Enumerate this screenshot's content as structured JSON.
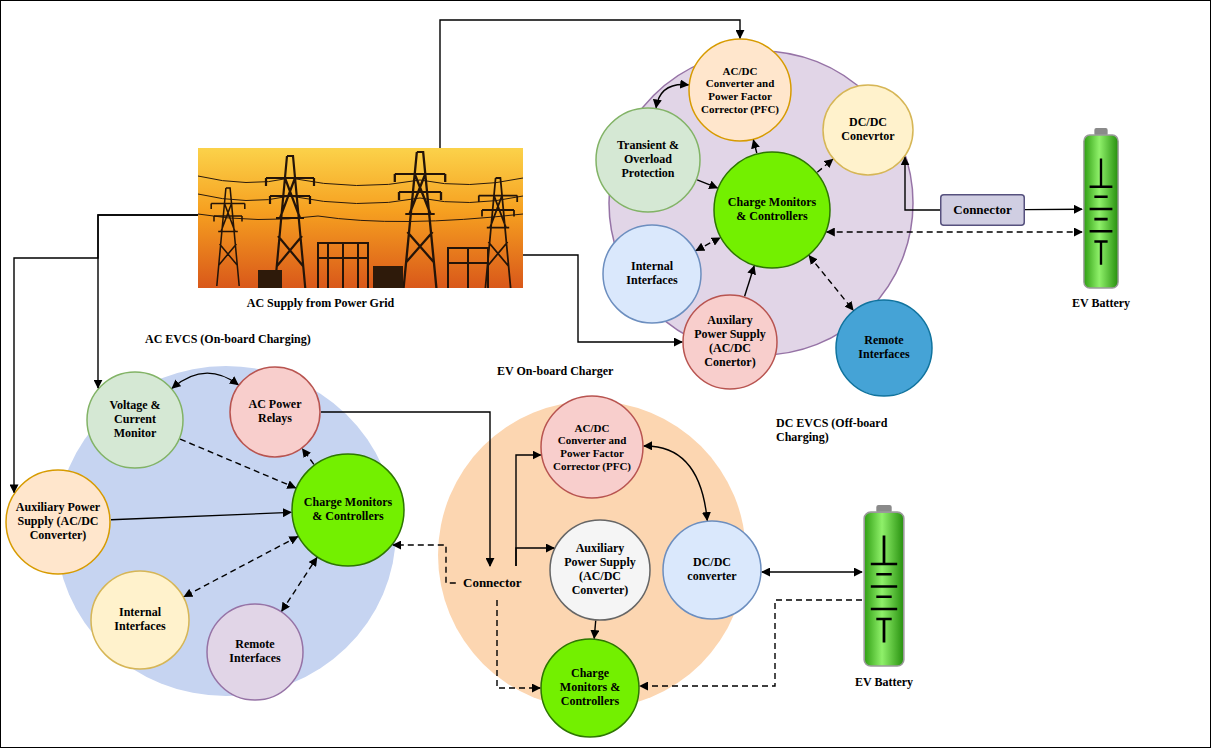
{
  "diagram": {
    "nodes": [
      {
        "text": [
          "AC Supply from Power Grid"
        ]
      },
      {
        "text": [
          "DC EVCS (Off-board Charging)"
        ]
      },
      {
        "text": [
          "AC/DC Converter and Power Factor Corrector (PFC)"
        ],
        "in": 1
      },
      {
        "text": [
          "DC/DC Conevrtor"
        ],
        "in": 1
      },
      {
        "text": [
          "Transient & Overload Protection"
        ],
        "in": 1
      },
      {
        "text": [
          "Charge Monitors & Controllers"
        ],
        "in": 1
      },
      {
        "text": [
          "Internal Interfaces"
        ],
        "in": 1
      },
      {
        "text": [
          "Remote Interfaces"
        ],
        "in": 1
      },
      {
        "text": [
          "Auxilary Power Supply (AC/DC Conertor)"
        ],
        "in": 1
      },
      {
        "text": [
          "Connector"
        ]
      },
      {
        "text": [
          "EV Battery"
        ]
      },
      {
        "text": [
          "AC EVCS (On-board Charging)"
        ]
      },
      {
        "text": [
          "Voltage & Current Monitor"
        ],
        "in": 11
      },
      {
        "text": [
          "AC Power Relays"
        ],
        "in": 11
      },
      {
        "text": [
          "Auxiliary Power Supply (AC/DC Converter)"
        ],
        "in": 11
      },
      {
        "text": [
          "Charge Monitors & Controllers"
        ],
        "in": 11
      },
      {
        "text": [
          "Internal Interfaces"
        ],
        "in": 11
      },
      {
        "text": [
          "Remote Interfaces"
        ],
        "in": 11
      },
      {
        "text": [
          "Connector"
        ]
      },
      {
        "text": [
          "EV On-board Charger"
        ]
      },
      {
        "text": [
          "AC/DC Converter and Power Factor Corrector (PFC)"
        ],
        "in": 19
      },
      {
        "text": [
          "Auxiliary Power Supply (AC/DC Converter)"
        ],
        "in": 19
      },
      {
        "text": [
          "DC/DC converter"
        ],
        "in": 19
      },
      {
        "text": [
          "Charge Monitors & Controllers"
        ],
        "in": 19
      },
      {
        "text": [
          "EV Battery"
        ]
      }
    ],
    "edges": [
      {
        "from": 0,
        "to": 2,
        "arrow": "to"
      },
      {
        "from": 0,
        "to": 12,
        "arrow": "to"
      },
      {
        "from": 0,
        "to": 14,
        "arrow": "to"
      },
      {
        "from": 0,
        "to": 8,
        "arrow": "to"
      },
      {
        "from": 4,
        "to": 2,
        "arrow": "both"
      },
      {
        "from": 4,
        "to": 5,
        "arrow": "to"
      },
      {
        "from": 5,
        "to": 2,
        "arrow": "to"
      },
      {
        "from": 5,
        "to": 3,
        "arrow": "to"
      },
      {
        "from": 6,
        "to": 5,
        "arrow": "both"
      },
      {
        "from": 5,
        "to": 7,
        "arrow": "both"
      },
      {
        "from": 8,
        "to": 5,
        "arrow": "to"
      },
      {
        "from": 9,
        "to": 3,
        "arrow": "to"
      },
      {
        "from": 9,
        "to": 10,
        "arrow": "to"
      },
      {
        "from": 5,
        "to": 10,
        "arrow": "both"
      },
      {
        "from": 12,
        "to": 13,
        "arrow": "both"
      },
      {
        "from": 12,
        "to": 15,
        "arrow": "to"
      },
      {
        "from": 15,
        "to": 13,
        "arrow": "to"
      },
      {
        "from": 14,
        "to": 15,
        "arrow": "to"
      },
      {
        "from": 15,
        "to": 16,
        "arrow": "both"
      },
      {
        "from": 17,
        "to": 15,
        "arrow": "both"
      },
      {
        "from": 13,
        "to": 18,
        "arrow": "to"
      },
      {
        "from": 18,
        "to": 15,
        "arrow": "to"
      },
      {
        "from": 18,
        "to": 20,
        "arrow": "to"
      },
      {
        "from": 18,
        "to": 21,
        "arrow": "to"
      },
      {
        "from": 18,
        "to": 23,
        "arrow": "to"
      },
      {
        "from": 20,
        "to": 22,
        "arrow": "both"
      },
      {
        "from": 22,
        "to": 24,
        "arrow": "both"
      },
      {
        "from": 21,
        "to": 23,
        "arrow": "to"
      },
      {
        "from": 24,
        "to": 23,
        "arrow": "to"
      }
    ]
  }
}
